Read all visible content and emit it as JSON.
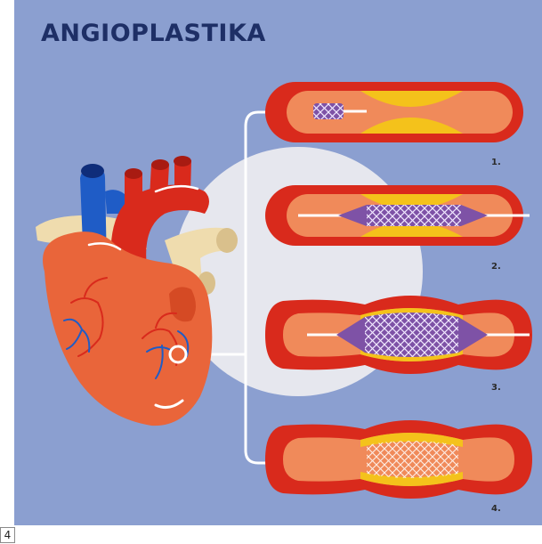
{
  "title": "ANGIOPLASTIKA",
  "steps": [
    "1.",
    "2.",
    "3.",
    "4."
  ],
  "page_number": "4",
  "colors": {
    "background": "#8b9fd0",
    "title": "#1e2f66",
    "artery_wall": "#d92a1c",
    "plaque": "#f4c21b",
    "stent": "#7e52a6",
    "heart": "#e9653a"
  }
}
